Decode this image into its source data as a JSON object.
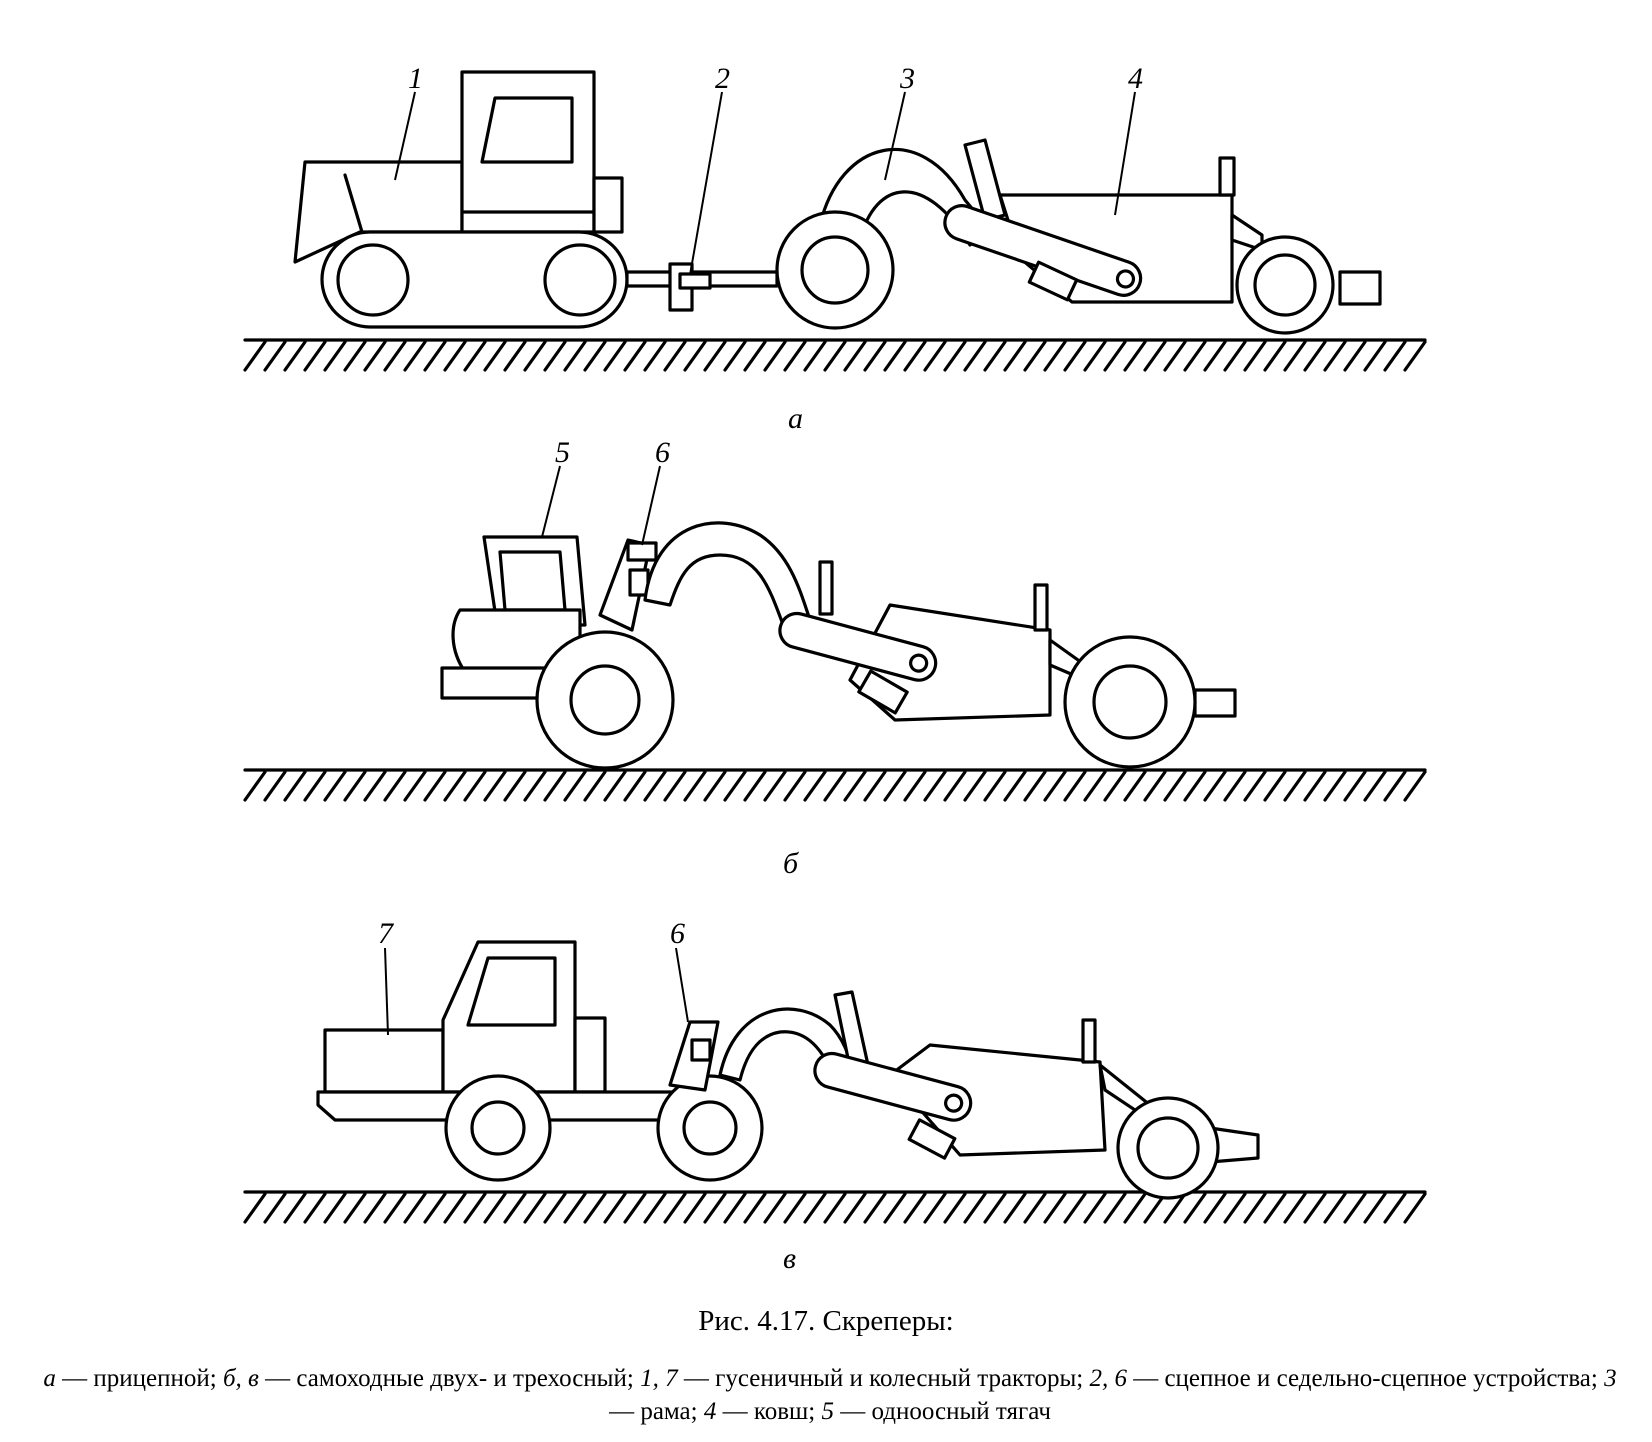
{
  "figure": {
    "labels_a": [
      "1",
      "2",
      "3",
      "4"
    ],
    "labels_b": [
      "5",
      "6"
    ],
    "labels_c": [
      "7",
      "6"
    ],
    "subfig_a": "а",
    "subfig_b": "б",
    "subfig_c": "в"
  },
  "caption": {
    "title": "Рис. 4.17. Скреперы:",
    "legend": [
      {
        "key": "а",
        "text": " — прицепной; "
      },
      {
        "key": "б, в",
        "text": " — самоходные двух- и трехосный; "
      },
      {
        "key": "1, 7",
        "text": " — гусеничный и колесный тракторы; "
      },
      {
        "key": "2, 6",
        "text": " — сцепное и седельно-сцепное устройства; "
      },
      {
        "key": "3",
        "text": " — рама; "
      },
      {
        "key": "4",
        "text": " — ковш; "
      },
      {
        "key": "5",
        "text": " — одноосный тягач"
      }
    ]
  }
}
